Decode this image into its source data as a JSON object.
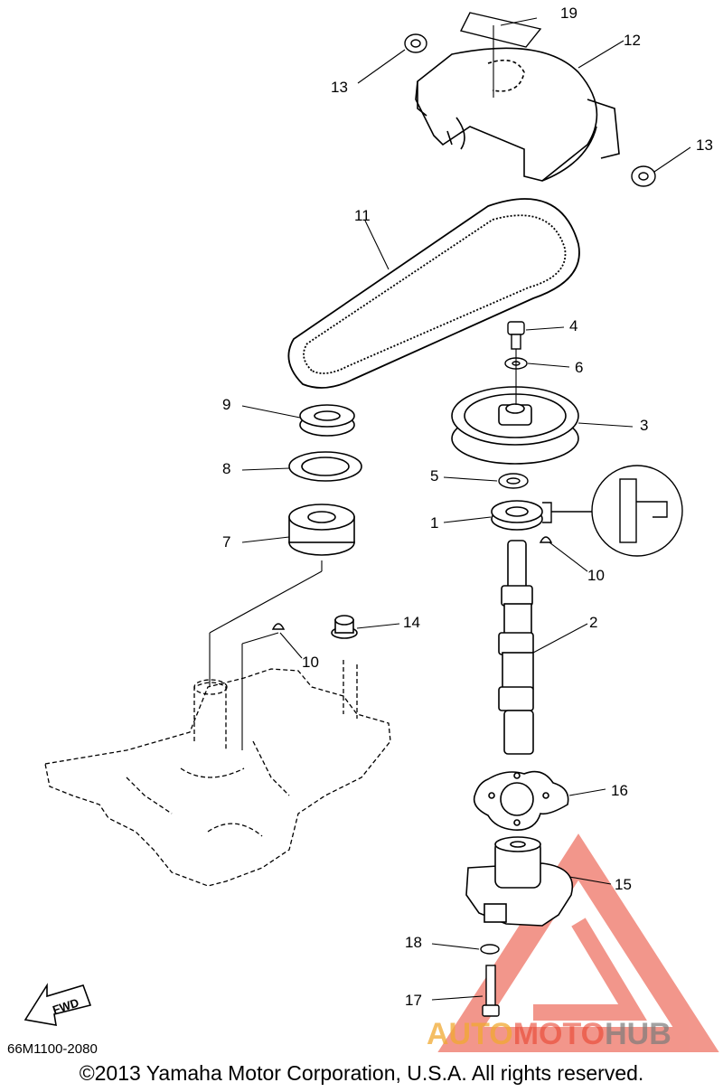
{
  "parts": {
    "p1": "1",
    "p2": "2",
    "p3": "3",
    "p4": "4",
    "p5": "5",
    "p6": "6",
    "p7": "7",
    "p8": "8",
    "p9": "9",
    "p10a": "10",
    "p10b": "10",
    "p11": "11",
    "p12": "12",
    "p13a": "13",
    "p13b": "13",
    "p14": "14",
    "p15": "15",
    "p16": "16",
    "p17": "17",
    "p18": "18",
    "p19": "19"
  },
  "fwd_label": "FWD",
  "ref_code": "66M1100-2080",
  "copyright": "©2013 Yamaha Motor Corporation, U.S.A. All rights reserved.",
  "watermark": {
    "part1": "AUTO",
    "part2": "MOTO",
    "part3": "HUB"
  },
  "colors": {
    "watermark_red": "#e8422e",
    "watermark_gold": "#f0a830",
    "watermark_gray": "#7a7a7a"
  }
}
